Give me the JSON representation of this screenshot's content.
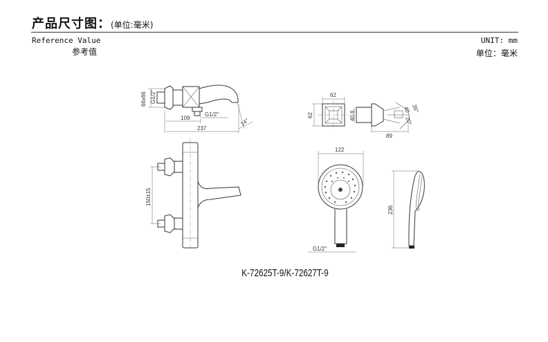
{
  "header": {
    "title": "产品尺寸图：",
    "title_unit": "(单位:毫米)",
    "reference_en": "Reference Value",
    "reference_cn": "参考值",
    "unit_en": "UNIT:  mm",
    "unit_cn": "单位：毫米"
  },
  "drawings": {
    "spout_side": {
      "d_66x66": "66x66",
      "thread_left": "G1/2\"",
      "thread_bottom": "G1/2\"",
      "d_109": "109",
      "d_237": "237",
      "angle": "14°"
    },
    "handle_views": {
      "width": "62",
      "height": "62",
      "d_40_6": "40.6",
      "d_89": "89",
      "angle_a": "26°",
      "angle_b": "40",
      "angle_c": "20°"
    },
    "mixer_front": {
      "spacing": "150±15"
    },
    "hand_shower": {
      "diameter": "122",
      "thread": "G1/2\"",
      "length": "236"
    }
  },
  "caption": "K-72625T-9/K-72627T-9"
}
